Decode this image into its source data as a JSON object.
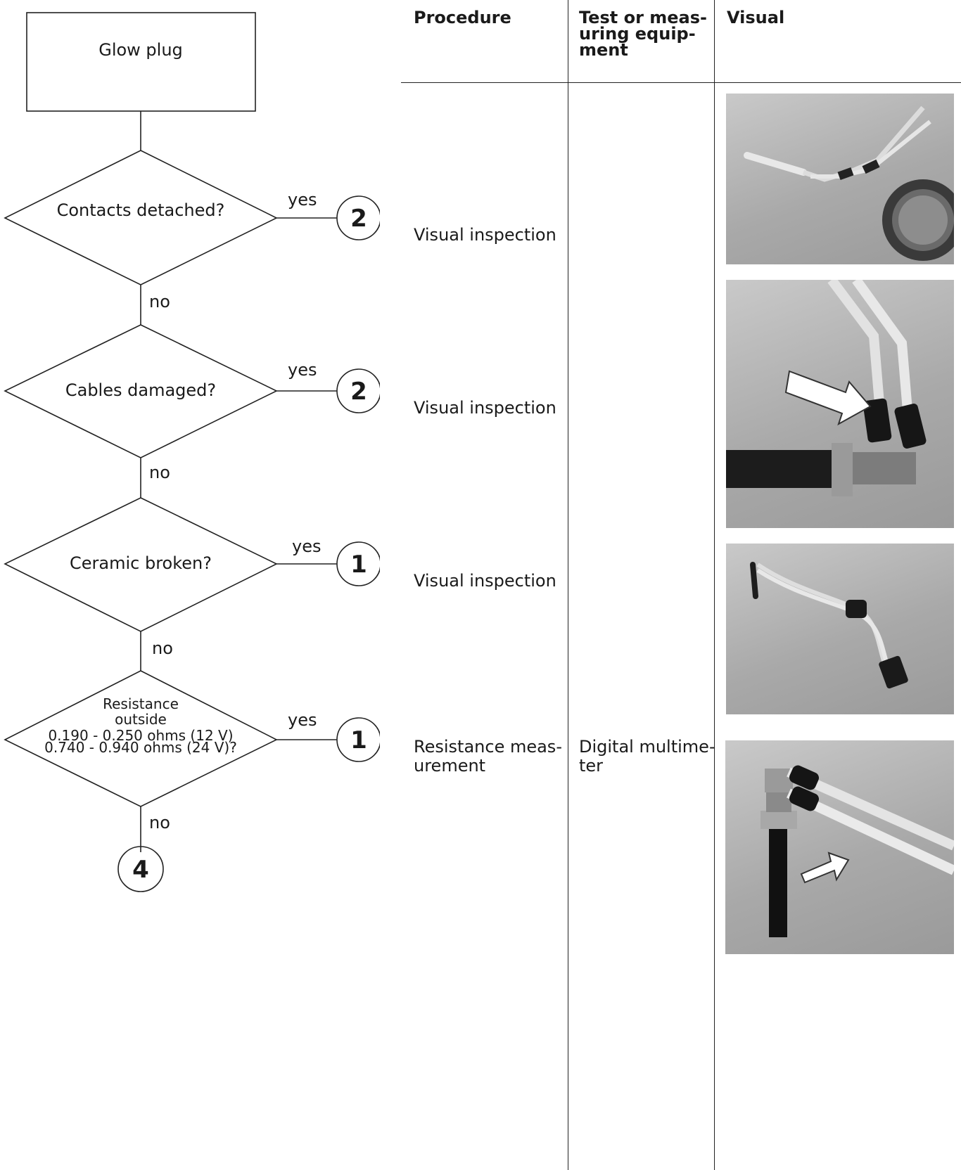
{
  "flowchart": {
    "start": "Glow plug",
    "decisions": [
      {
        "question": "Contacts detached?",
        "yes": "yes",
        "no": "no",
        "result": "2"
      },
      {
        "question": "Cables damaged?",
        "yes": "yes",
        "no": "no",
        "result": "2"
      },
      {
        "question": "Ceramic broken?",
        "yes": "yes",
        "no": "no",
        "result": "1"
      },
      {
        "question_lines": [
          "Resistance",
          "outside",
          "0.190 - 0.250 ohms (12 V)",
          "0.740 - 0.940 ohms (24 V)?"
        ],
        "yes": "yes",
        "no": "no",
        "result": "1"
      }
    ],
    "end": "4"
  },
  "table": {
    "headers": {
      "procedure": "Procedure",
      "equipment": [
        "Test or meas-",
        "uring equip-",
        "ment"
      ],
      "visual": "Visual"
    },
    "rows": [
      {
        "procedure": [
          "Visual inspection"
        ],
        "equipment": [],
        "photo": "glow-plug-contacts-photo"
      },
      {
        "procedure": [
          "Visual inspection"
        ],
        "equipment": [],
        "photo": "glow-plug-cables-photo"
      },
      {
        "procedure": [
          "Visual inspection"
        ],
        "equipment": [],
        "photo": "glow-plug-ceramic-photo"
      },
      {
        "procedure": [
          "Resistance meas-",
          "urement"
        ],
        "equipment": [
          "Digital multime-",
          "ter"
        ],
        "photo": "glow-plug-resistance-photo"
      }
    ]
  },
  "colors": {
    "line": "#222222",
    "text": "#1a1a1a"
  }
}
